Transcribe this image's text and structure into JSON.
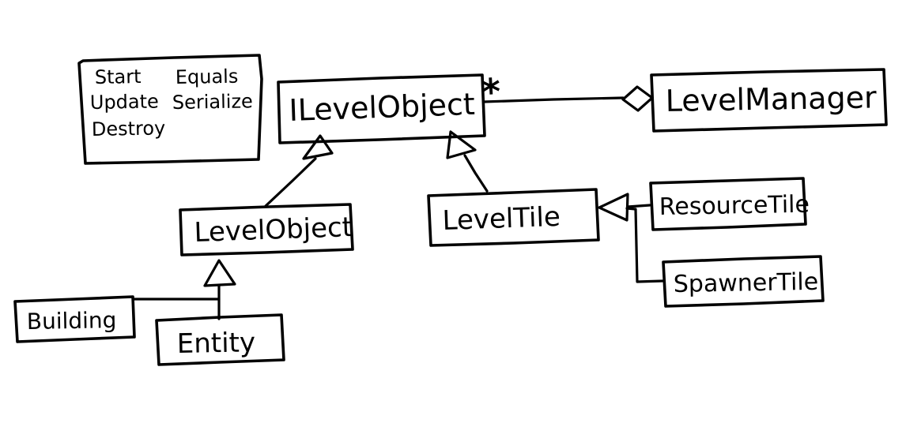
{
  "diagram": {
    "kind": "uml-class-diagram",
    "colors": {
      "ink": "#000000",
      "paper": "#ffffff"
    },
    "nodes": {
      "interface_note": {
        "column1": [
          "Start",
          "Update",
          "Destroy"
        ],
        "column2": [
          "Equals",
          "Serialize"
        ]
      },
      "ilevel_object": {
        "label": "ILevelObject"
      },
      "level_manager": {
        "label": "LevelManager"
      },
      "level_object": {
        "label": "LevelObject"
      },
      "level_tile": {
        "label": "LevelTile"
      },
      "resource_tile": {
        "label": "ResourceTile"
      },
      "spawner_tile": {
        "label": "SpawnerTile"
      },
      "building": {
        "label": "Building"
      },
      "entity": {
        "label": "Entity"
      }
    },
    "edges": {
      "ilevelobject_to_levelmanager": {
        "multiplicity": "*"
      }
    }
  }
}
